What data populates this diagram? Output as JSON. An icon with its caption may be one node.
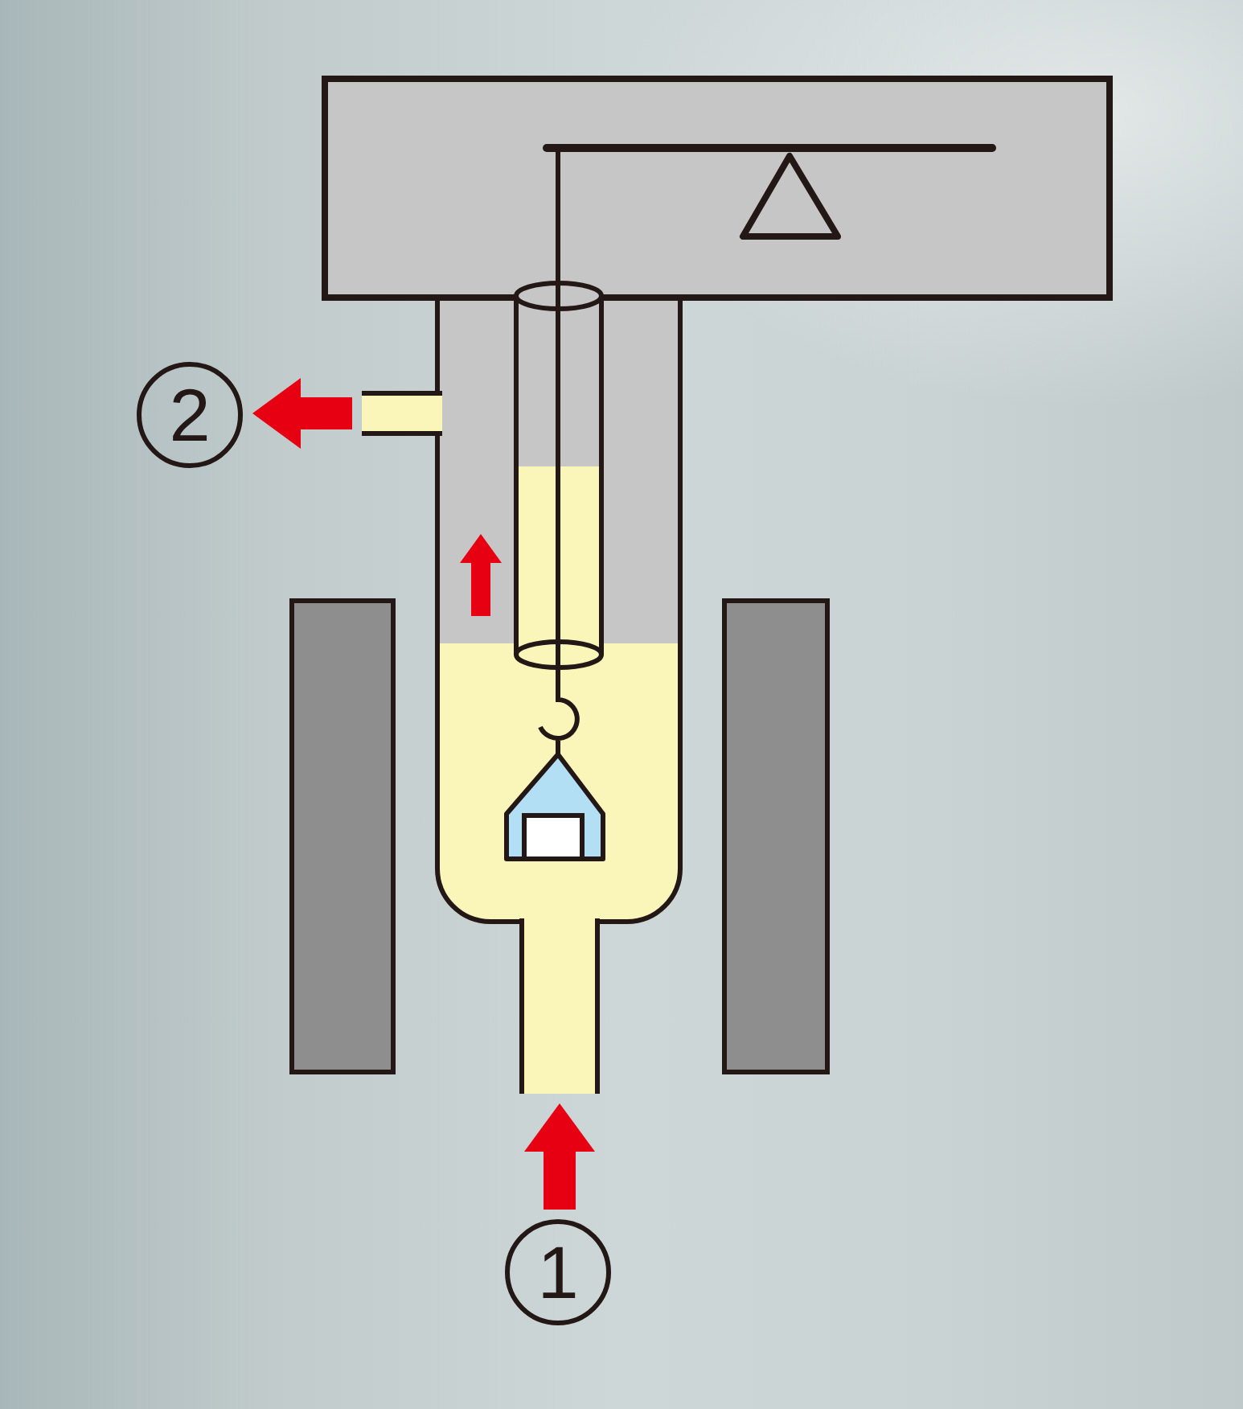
{
  "diagram": {
    "nodes": [
      {
        "text": [
          "2"
        ]
      },
      {
        "text": [],
        "shape": "box"
      },
      {
        "text": [],
        "shape": "box"
      },
      {
        "text": [],
        "shape": "box"
      },
      {
        "text": [],
        "shape": "box"
      },
      {
        "text": [
          "1"
        ]
      }
    ],
    "edges": [
      {
        "from": 1,
        "to": 0,
        "arrow": "to",
        "color": "#e60012"
      },
      {
        "from": 5,
        "to": 4,
        "arrow": "to",
        "color": "#e60012"
      }
    ]
  }
}
